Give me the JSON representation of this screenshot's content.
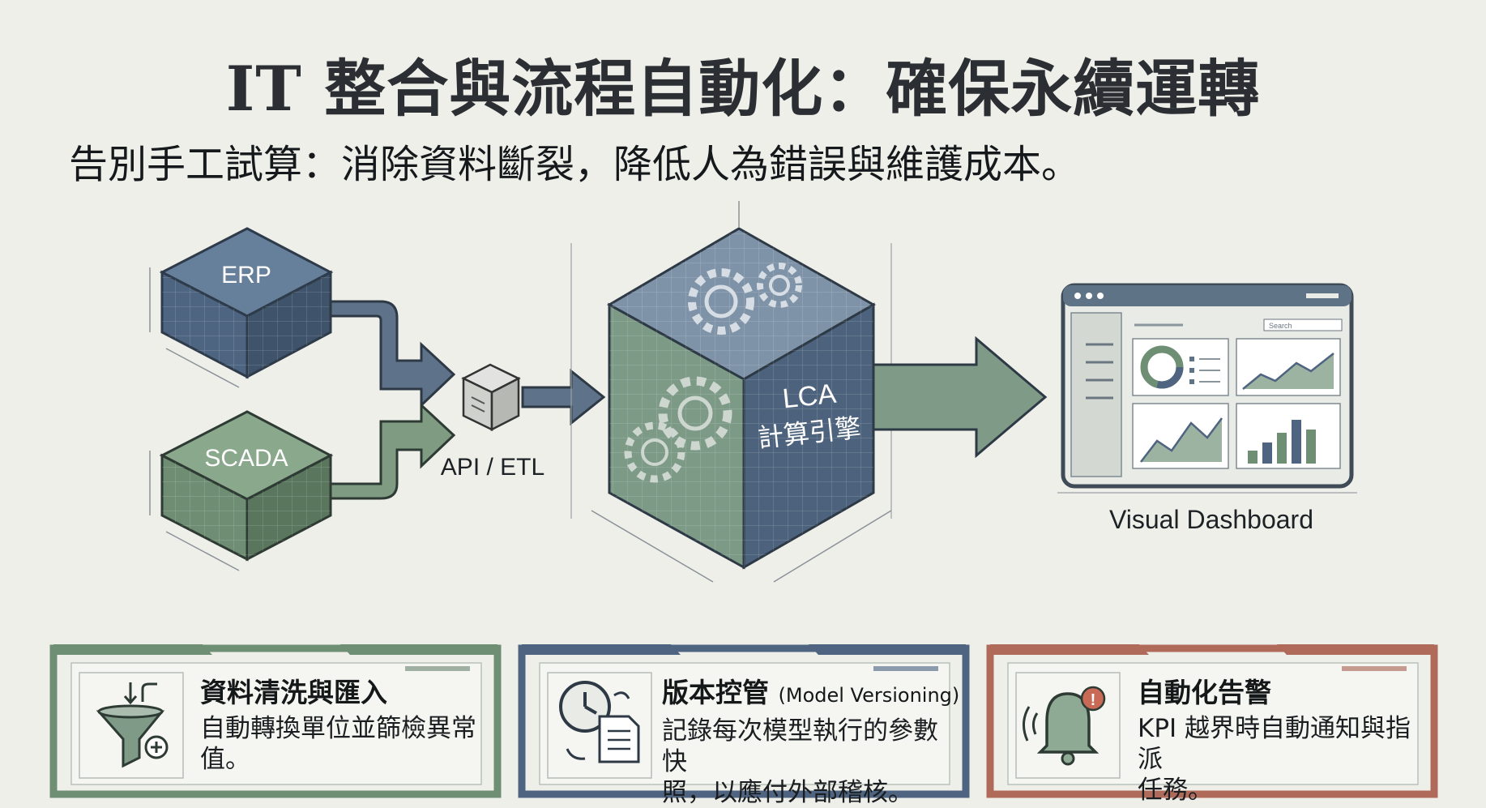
{
  "title": "IT 整合與流程自動化：確保永續運轉",
  "subtitle": "告別手工試算：消除資料斷裂，降低人為錯誤與維護成本。",
  "diagram": {
    "sources": [
      {
        "label": "ERP",
        "color": "#546a82"
      },
      {
        "label": "SCADA",
        "color": "#7d9a80"
      }
    ],
    "connector_label": "API / ETL",
    "engine_label_line1": "LCA",
    "engine_label_line2": "計算引擎",
    "dashboard_label": "Visual Dashboard",
    "dashboard_search": "Search"
  },
  "cards": [
    {
      "title": "資料清洗與匯入",
      "subtitle": "",
      "desc_line1": "自動轉換單位並篩檢異常",
      "desc_line2": "值。",
      "icon": "funnel-icon",
      "accent": "#6f8f74"
    },
    {
      "title": "版本控管",
      "subtitle": "(Model Versioning)",
      "desc_line1": "記錄每次模型執行的參數快",
      "desc_line2": "照，以應付外部稽核。",
      "icon": "clock-document-icon",
      "accent": "#4e6480"
    },
    {
      "title": "自動化告警",
      "subtitle": "",
      "desc_line1": "KPI 越界時自動通知與指派",
      "desc_line2": "任務。",
      "icon": "alert-bell-icon",
      "accent": "#b06a5a"
    }
  ]
}
